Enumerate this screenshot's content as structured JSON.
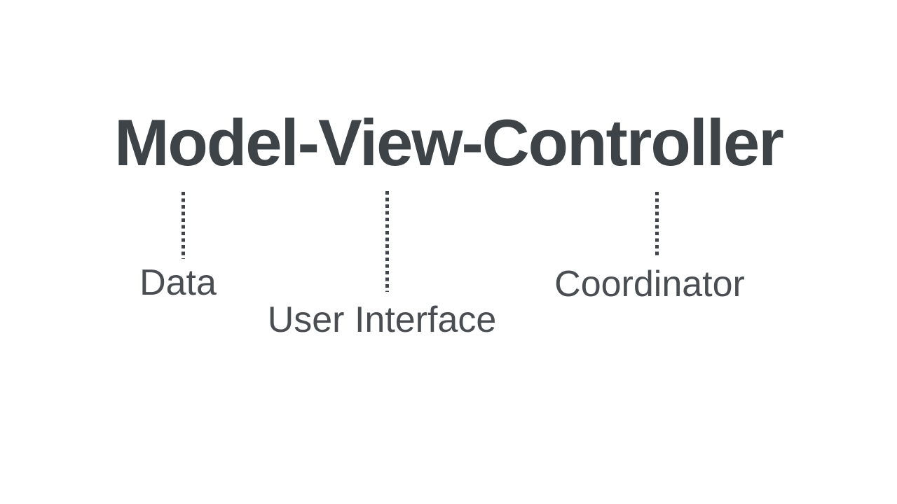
{
  "diagram": {
    "title": "Model-View-Controller",
    "connections": [
      {
        "term": "Model",
        "label": "Data"
      },
      {
        "term": "View",
        "label": "User Interface"
      },
      {
        "term": "Controller",
        "label": "Coordinator"
      }
    ],
    "colors": {
      "background": "#FFFFFF",
      "title_text": "#3E4347",
      "label_text": "#4A4E53",
      "connector_dots": "#3F444A"
    }
  }
}
